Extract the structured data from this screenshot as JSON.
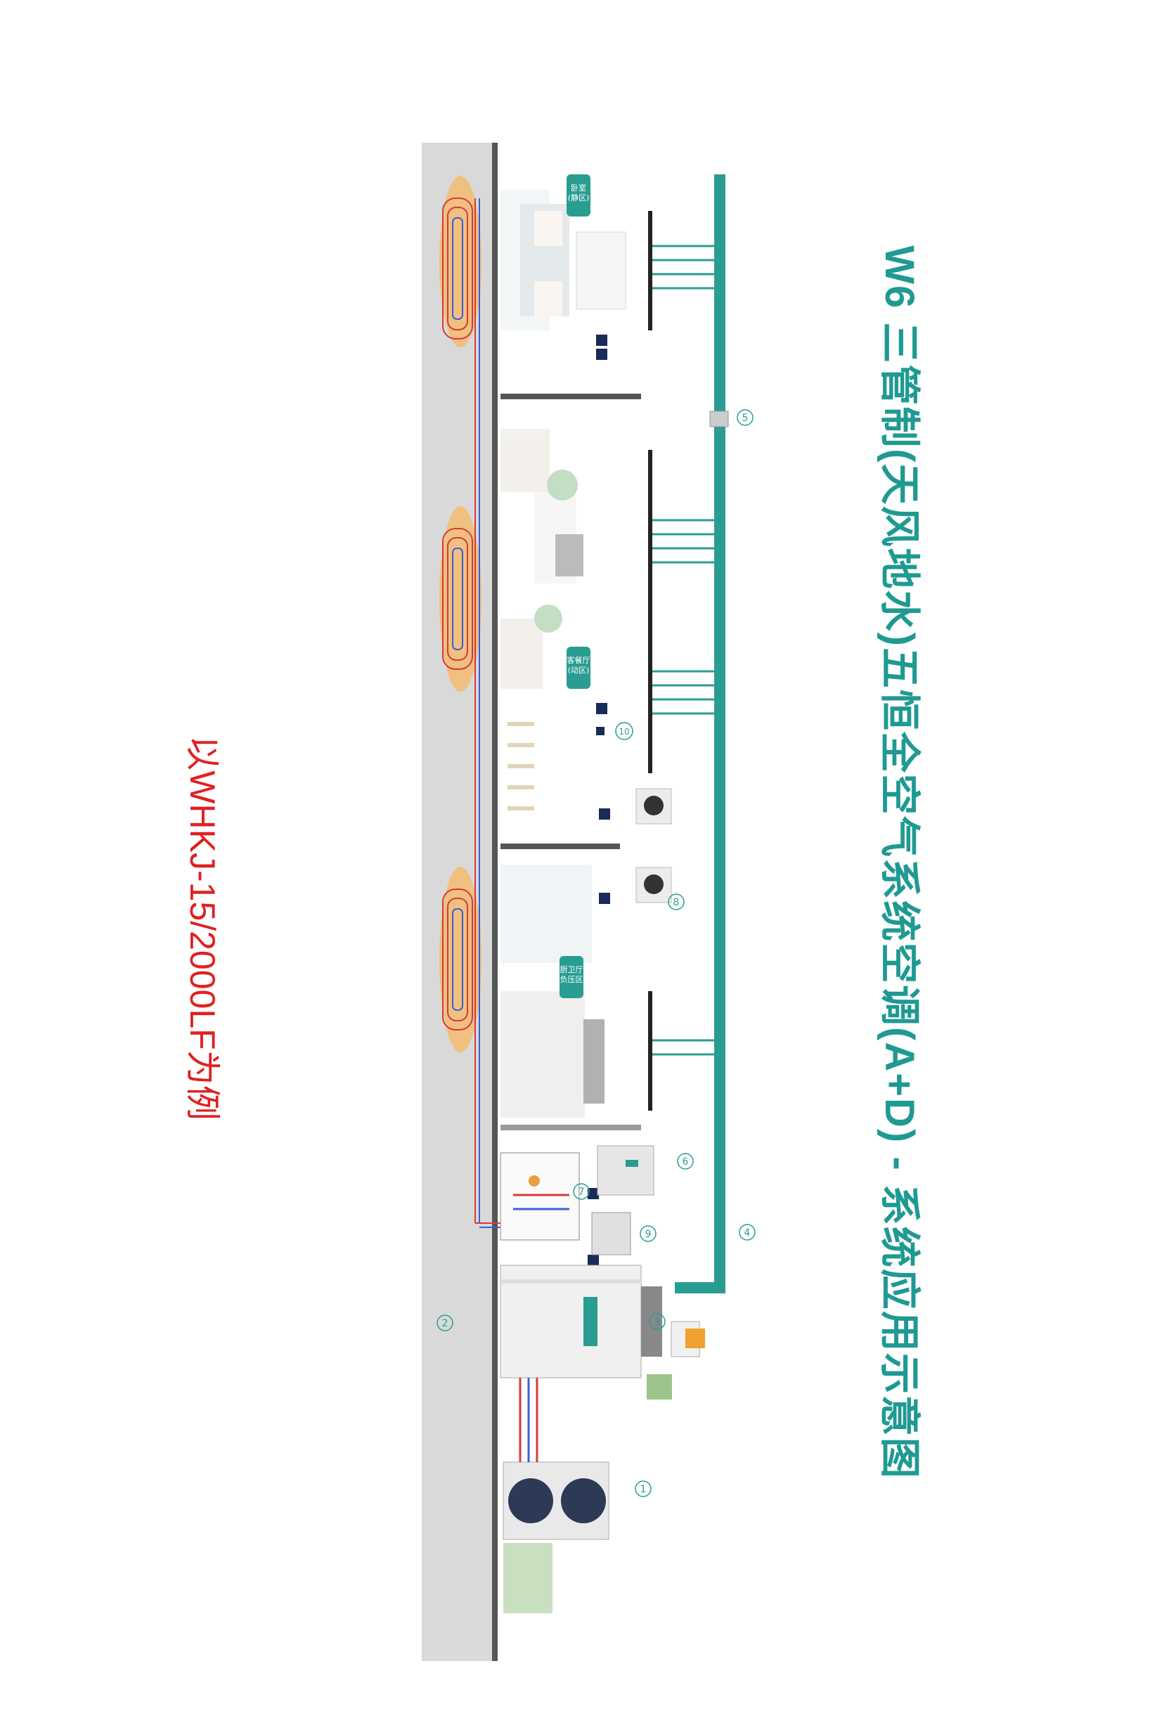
{
  "title": "W6 三管制(天风地水)五恒全空气系统空调(A+D) - 系统应用示意图",
  "note": "以WHKJ-15/2000LF为例",
  "colors": {
    "teal": "#2a9d92",
    "red": "#e02020",
    "wall": "#d9d9d9",
    "coil": "#f0c080",
    "pipe_red": "#d63a3a",
    "pipe_blue": "#3a5fd6"
  },
  "rooms": [
    {
      "label": "卧室\n(静区)"
    },
    {
      "label": "客餐厅\n(动区)"
    },
    {
      "label": "厨卫厅\n(负压区)"
    }
  ],
  "markers": [
    {
      "num": "1"
    },
    {
      "num": "2"
    },
    {
      "num": "3"
    },
    {
      "num": "4"
    },
    {
      "num": "5"
    },
    {
      "num": "6"
    },
    {
      "num": "7"
    },
    {
      "num": "8"
    },
    {
      "num": "9"
    },
    {
      "num": "10"
    }
  ]
}
